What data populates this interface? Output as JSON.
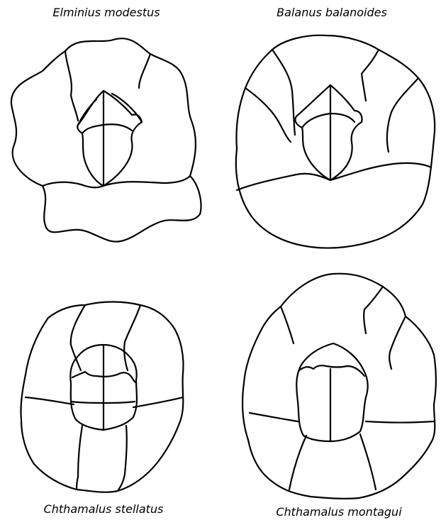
{
  "species": [
    {
      "name": "Elminius modestus"
    },
    {
      "name": "Balanus balanoides"
    },
    {
      "name": "Chthamalus stellatus"
    },
    {
      "name": "Chthamalus montagui"
    }
  ],
  "colors": {
    "line": "#000000",
    "background": "#ffffff"
  }
}
